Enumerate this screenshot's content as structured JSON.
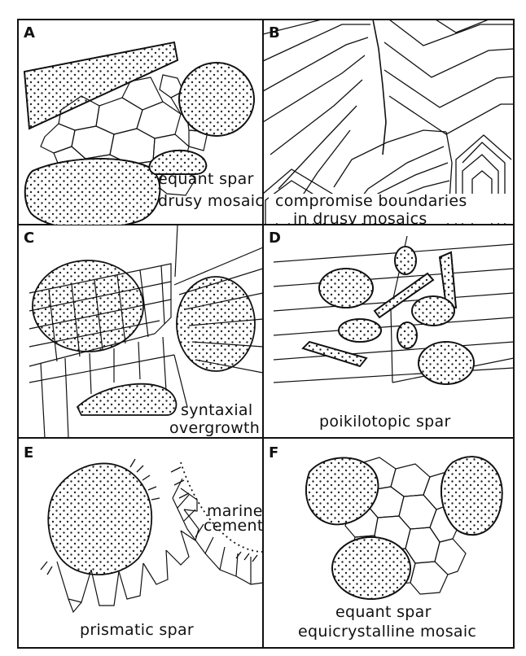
{
  "figure": {
    "panels": [
      {
        "letter": "A",
        "caption": [
          "equant spar",
          "drusy mosaic"
        ]
      },
      {
        "letter": "B",
        "caption": [
          "compromise boundaries",
          "in drusy mosaics"
        ]
      },
      {
        "letter": "C",
        "caption": [
          "syntaxial",
          "overgrowth"
        ]
      },
      {
        "letter": "D",
        "caption": [
          "poikilotopic spar"
        ]
      },
      {
        "letter": "E",
        "caption": [
          "prismatic spar"
        ],
        "annotation": [
          "marine",
          "cement"
        ]
      },
      {
        "letter": "F",
        "caption": [
          "equant spar",
          "equicrystalline mosaic"
        ]
      }
    ]
  }
}
